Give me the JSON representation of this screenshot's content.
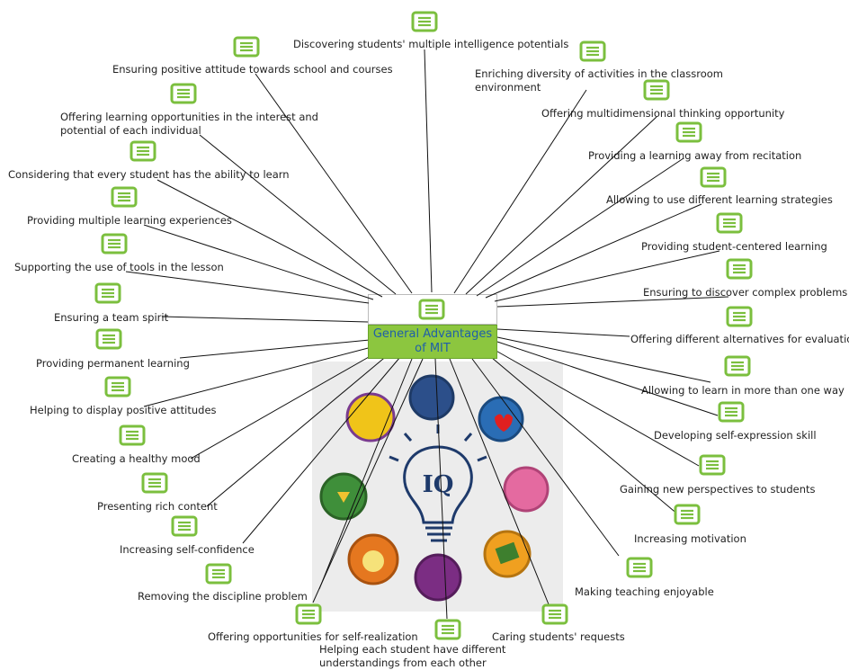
{
  "center": {
    "title": "General Advantages of MIT",
    "icon": "note-icon"
  },
  "image": {
    "description_icon": "multiple-intelligences-lightbulb-image",
    "center_text": "IQ"
  },
  "colors": {
    "node_icon": "#7bbf3e",
    "center_fill": "#8cc63f",
    "center_text": "#1f5fa8",
    "line": "#111111"
  },
  "advantages": [
    {
      "id": "discovering-potentials",
      "text": "Discovering students' multiple intelligence potentials"
    },
    {
      "id": "positive-attitude-school",
      "text": "Ensuring positive attitude towards school and courses"
    },
    {
      "id": "enriching-diversity",
      "text": "Enriching diversity of activities in the classroom environment"
    },
    {
      "id": "offering-learning-opportunities",
      "text": "Offering learning opportunities in the interest and potential of each individual"
    },
    {
      "id": "multidimensional-thinking",
      "text": "Offering multidimensional thinking opportunity"
    },
    {
      "id": "away-from-recitation",
      "text": "Providing a learning away from recitation"
    },
    {
      "id": "every-student-ability",
      "text": "Considering that every student has the ability to learn"
    },
    {
      "id": "different-strategies",
      "text": "Allowing to use different learning strategies"
    },
    {
      "id": "multiple-experiences",
      "text": "Providing multiple learning experiences"
    },
    {
      "id": "student-centered",
      "text": "Providing student-centered learning"
    },
    {
      "id": "use-of-tools",
      "text": "Supporting the use of tools in the lesson"
    },
    {
      "id": "complex-problems",
      "text": "Ensuring to discover complex problems"
    },
    {
      "id": "team-spirit",
      "text": "Ensuring a team spirit"
    },
    {
      "id": "alternatives-evaluation",
      "text": "Offering different alternatives for evaluation"
    },
    {
      "id": "permanent-learning",
      "text": "Providing permanent learning"
    },
    {
      "id": "more-than-one-way",
      "text": "Allowing to learn in more than one way"
    },
    {
      "id": "positive-attitudes",
      "text": "Helping to display positive attitudes"
    },
    {
      "id": "self-expression",
      "text": "Developing self-expression skill"
    },
    {
      "id": "healthy-mood",
      "text": "Creating a healthy mood"
    },
    {
      "id": "new-perspectives",
      "text": "Gaining new perspectives to students"
    },
    {
      "id": "rich-content",
      "text": "Presenting rich content"
    },
    {
      "id": "increasing-motivation",
      "text": "Increasing motivation"
    },
    {
      "id": "self-confidence",
      "text": "Increasing self-confidence"
    },
    {
      "id": "teaching-enjoyable",
      "text": "Making teaching enjoyable"
    },
    {
      "id": "discipline-problem",
      "text": "Removing the discipline problem"
    },
    {
      "id": "caring-requests",
      "text": "Caring students' requests"
    },
    {
      "id": "self-realization",
      "text": "Offering opportunities for self-realization"
    },
    {
      "id": "different-understandings",
      "text": "Helping each student have different understandings from each other"
    }
  ]
}
